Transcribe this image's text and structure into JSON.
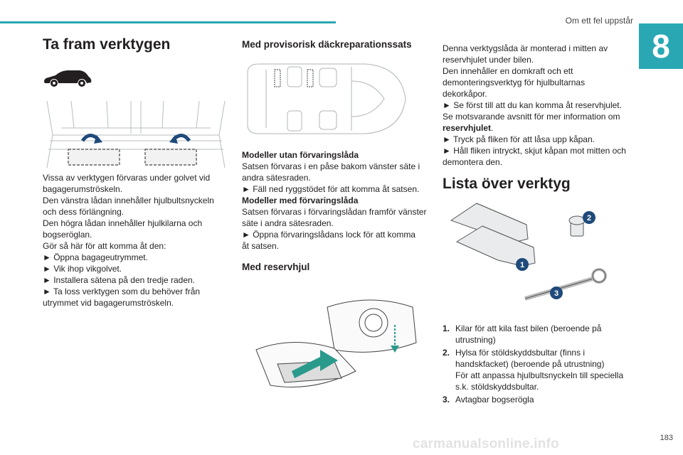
{
  "header": {
    "section_title": "Om ett fel uppstår",
    "chapter": "8",
    "page_number": "183",
    "watermark": "carmanualsonline.info",
    "accent_color": "#29a8b4"
  },
  "col1": {
    "title": "Ta fram verktygen",
    "lines": [
      "Vissa av verktygen förvaras under golvet vid",
      "bagagerumströskeln.",
      "Den vänstra lådan innehåller hjulbultsnyckeln",
      "och dess förlängning.",
      "Den högra lådan innehåller hjulkilarna och",
      "bogseröglan.",
      "Gör så här för att komma åt den:",
      "► Öppna bagageutrymmet.",
      "► Vik ihop vikgolvet.",
      "► Installera sätena på den tredje raden.",
      "► Ta loss verktygen som du behöver från",
      "utrymmet vid bagagerumströskeln."
    ]
  },
  "col2": {
    "heading1": "Med provisorisk däckreparationssats",
    "sub1": "Modeller utan förvaringslåda",
    "lines1": [
      "Satsen förvaras i en påse bakom vänster säte i",
      "andra sätesraden.",
      "► Fäll ned ryggstödet för att komma åt satsen."
    ],
    "sub2": "Modeller med förvaringslåda",
    "lines2": [
      "Satsen förvaras i förvaringslådan framför vänster",
      "säte i andra sätesraden.",
      "► Öppna förvaringslådans lock för att komma",
      "åt satsen."
    ],
    "heading2": "Med reservhjul"
  },
  "col3": {
    "lines_a": [
      "Denna verktygslåda är monterad i mitten av",
      "reservhjulet under bilen.",
      "Den innehåller en domkraft och ett",
      "demonteringsverktyg för hjulbultarnas",
      "dekorkåpor.",
      "► Se först till att du kan komma åt reservhjulet.",
      "Se motsvarande avsnitt för mer information om"
    ],
    "bold_ref": "reservhjulet",
    "lines_b": [
      "► Tryck på fliken för att låsa upp kåpan.",
      "► Håll fliken intryckt, skjut kåpan mot mitten och",
      "demontera den."
    ],
    "title": "Lista över verktyg",
    "badges": [
      "1",
      "2",
      "3"
    ],
    "list": [
      {
        "num": "1.",
        "lines": [
          "Kilar för att kila fast bilen (beroende på",
          "utrustning)"
        ]
      },
      {
        "num": "2.",
        "lines": [
          "Hylsa för stöldskyddsbultar (finns i",
          "handskfacket) (beroende på utrustning)",
          "För att anpassa hjulbultsnyckeln till speciella",
          "s.k. stöldskyddsbultar."
        ]
      },
      {
        "num": "3.",
        "lines": [
          "Avtagbar bogserögla"
        ]
      }
    ]
  }
}
